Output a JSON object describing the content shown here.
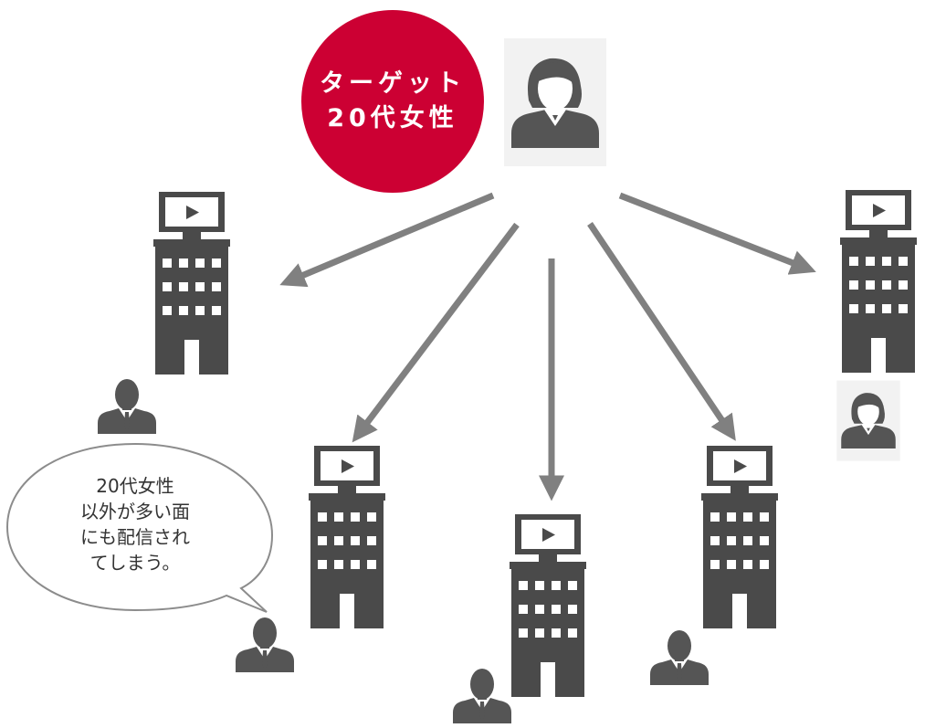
{
  "target": {
    "line1": "ターゲット",
    "line2": "20代女性",
    "color": "#cc0033"
  },
  "speech_bubble": {
    "line1": "20代女性",
    "line2": "以外が多い面",
    "line3": "にも配信され",
    "line4": "てしまう。"
  },
  "icons": {
    "target_person": "female-user-icon",
    "building": "office-building-icon",
    "monitor": "video-monitor-icon",
    "male_viewer": "male-user-icon",
    "female_viewer": "female-user-icon"
  },
  "colors": {
    "arrow": "#808080",
    "building": "#4a4a4a",
    "person": "#555555",
    "bubble_stroke": "#8c8c8c"
  }
}
